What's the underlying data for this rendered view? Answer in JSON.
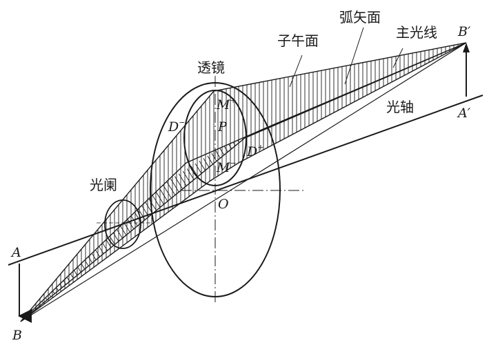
{
  "labels": {
    "lens": "透镜",
    "aperture": "光阑",
    "meridional": "子午面",
    "sagittal": "弧矢面",
    "chief_ray": "主光线",
    "axis": "光轴"
  },
  "points": {
    "A": "A",
    "B": "B",
    "A_prime": "A",
    "B_prime": "B",
    "prime": "′",
    "O": "O",
    "P": "P",
    "M": "M",
    "D": "D",
    "plus": "+",
    "minus": "−"
  },
  "colors": {
    "ink": "#1a1a1a",
    "background": "#ffffff"
  }
}
